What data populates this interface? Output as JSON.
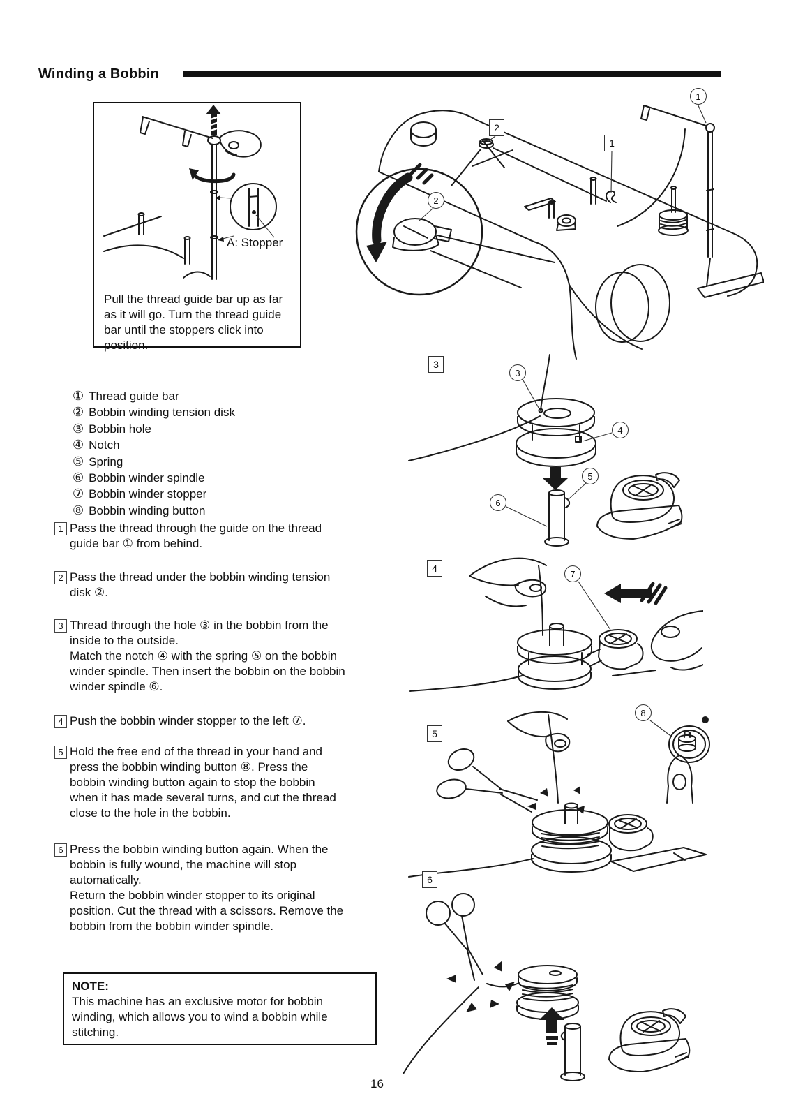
{
  "page": {
    "title": "Winding a Bobbin",
    "page_number": "16"
  },
  "guide_bar_figure": {
    "stopper_label": "A: Stopper",
    "caption": "Pull the thread guide bar up as far as it will go. Turn the thread guide bar until the stoppers click into position."
  },
  "machine_figure": {
    "circle_callout_1": "1",
    "circle_callout_2": "2",
    "box_callout_1": "1",
    "box_callout_2": "2"
  },
  "parts_list": [
    {
      "num": "①",
      "label": "Thread guide bar"
    },
    {
      "num": "②",
      "label": "Bobbin winding tension disk"
    },
    {
      "num": "③",
      "label": "Bobbin hole"
    },
    {
      "num": "④",
      "label": "Notch"
    },
    {
      "num": "⑤",
      "label": "Spring"
    },
    {
      "num": "⑥",
      "label": "Bobbin winder spindle"
    },
    {
      "num": "⑦",
      "label": "Bobbin winder stopper"
    },
    {
      "num": "⑧",
      "label": "Bobbin winding button"
    }
  ],
  "steps": [
    {
      "num": "1",
      "p1": "Pass the thread through the guide on the thread guide bar ① from behind."
    },
    {
      "num": "2",
      "p1": "Pass the thread under the bobbin winding tension disk ②."
    },
    {
      "num": "3",
      "p1": "Thread through the hole ③ in the bobbin from the inside to the outside.",
      "p2": "Match the notch ④ with the spring ⑤ on the bobbin winder spindle. Then insert the bobbin on the bobbin winder spindle ⑥."
    },
    {
      "num": "4",
      "p1": "Push the bobbin winder stopper to the left ⑦."
    },
    {
      "num": "5",
      "p1": "Hold the free end of the thread in your hand and press the bobbin winding button ⑧. Press the bobbin winding button again to stop the bobbin when it has made several turns, and cut the thread close to the hole in the bobbin."
    },
    {
      "num": "6",
      "p1": "Press the bobbin winding button again. When the bobbin is fully wound, the machine will stop automatically.",
      "p2": "Return the bobbin winder stopper to its original position. Cut the thread with a scissors. Remove the bobbin from the bobbin winder spindle."
    }
  ],
  "note": {
    "title": "NOTE:",
    "text": "This machine has an exclusive motor for bobbin winding, which allows you to wind a bobbin while stitching."
  },
  "step_figures": {
    "fig3": {
      "box_label": "3",
      "c3": "3",
      "c4": "4",
      "c5": "5",
      "c6": "6"
    },
    "fig4": {
      "box_label": "4",
      "c7": "7"
    },
    "fig5": {
      "box_label": "5",
      "c8": "8"
    },
    "fig6": {
      "box_label": "6"
    }
  }
}
